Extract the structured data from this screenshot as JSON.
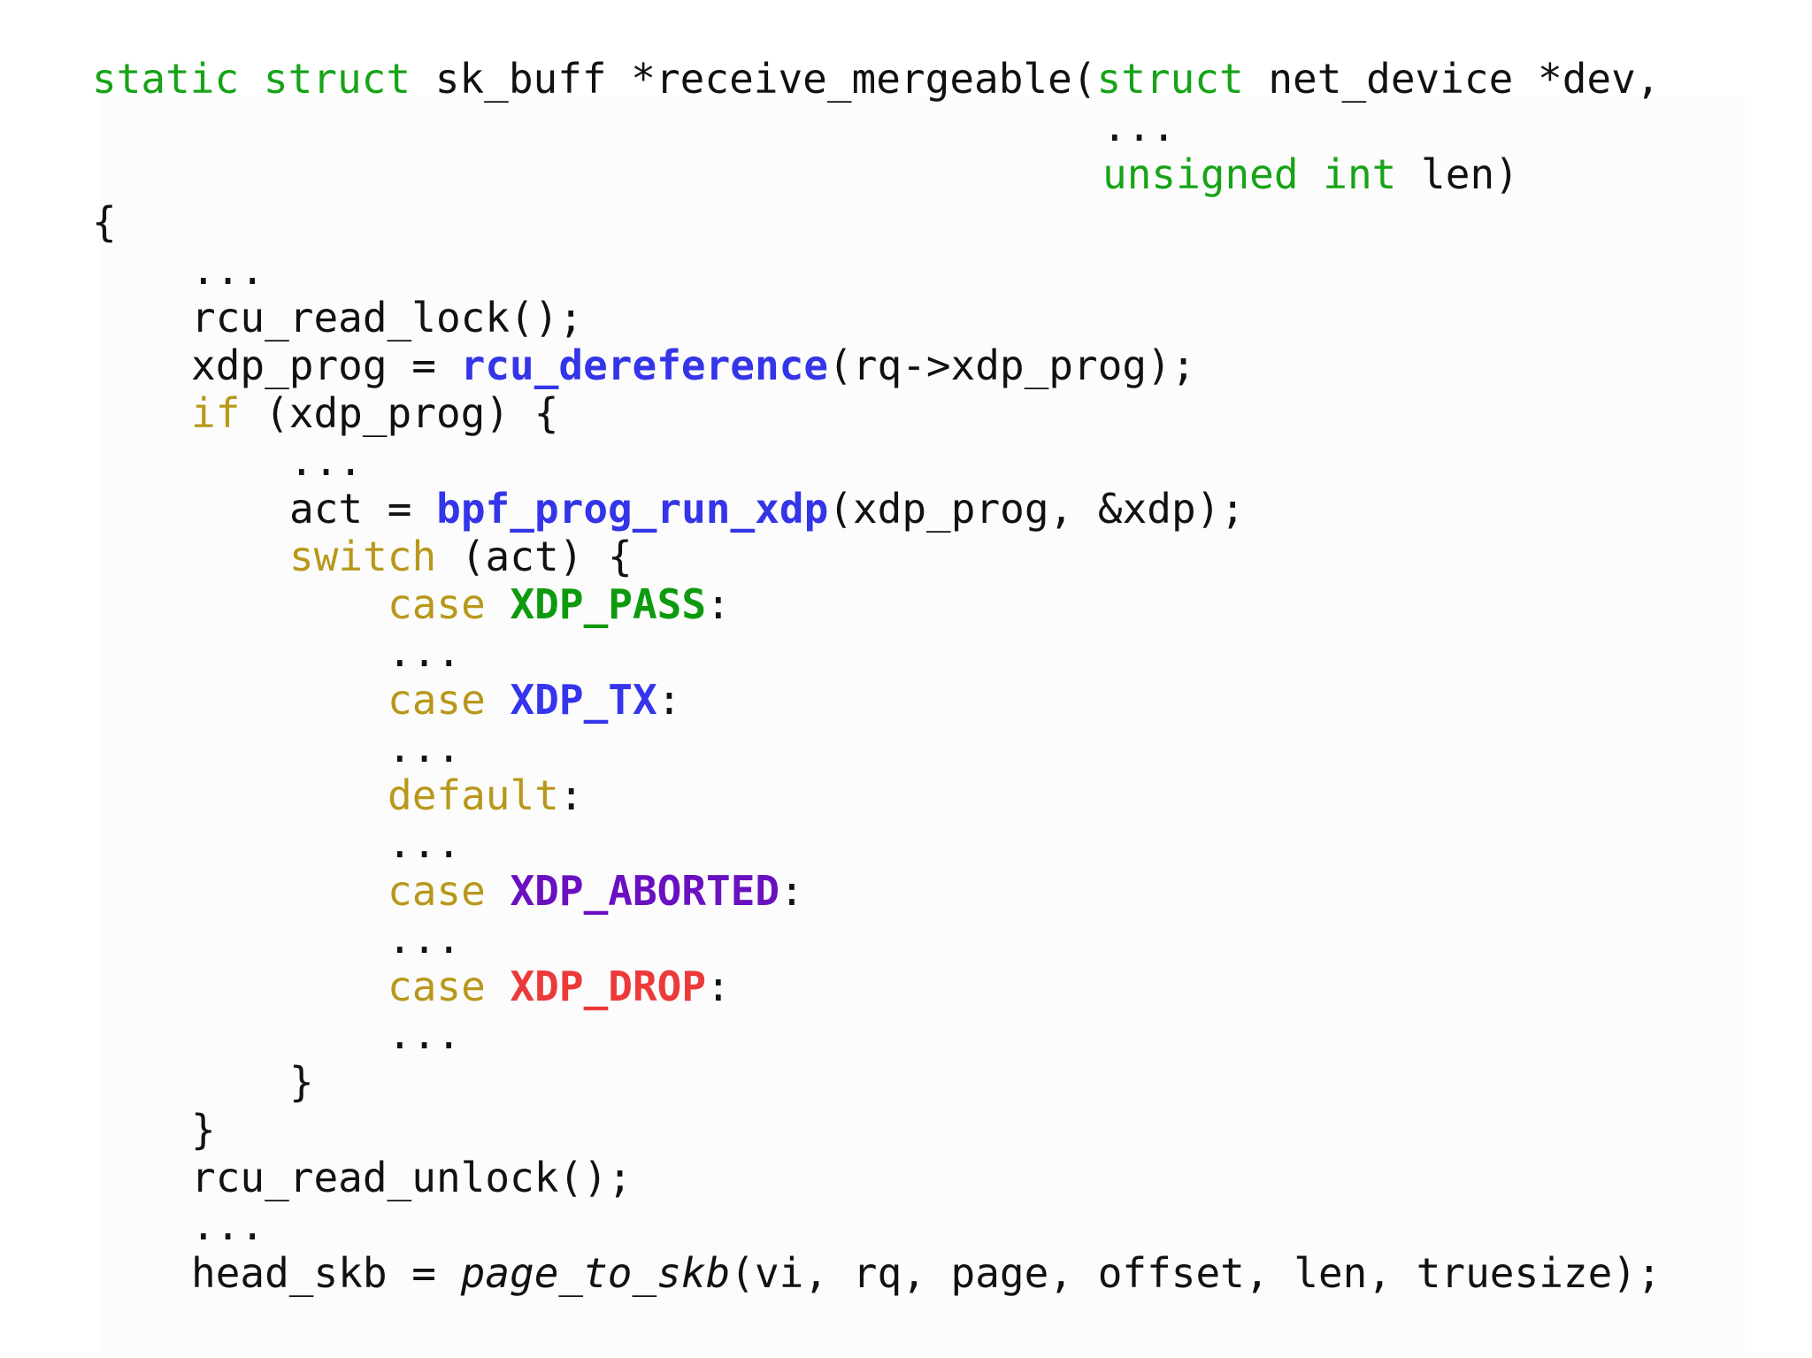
{
  "code": {
    "l01": {
      "t1": "static",
      "t2": " ",
      "t3": "struct",
      "t4": " sk_buff *receive_mergeable(",
      "t5": "struct",
      "t6": " net_device *dev,"
    },
    "l02": {
      "t1": "..."
    },
    "l03": {
      "t1": "unsigned",
      "t2": " ",
      "t3": "int",
      "t4": " len)"
    },
    "l04": {
      "t1": "{"
    },
    "l05": {
      "t1": "..."
    },
    "l06": {
      "t1": "rcu_read_lock();"
    },
    "l07": {
      "t1": "xdp_prog = ",
      "t2": "rcu_dereference",
      "t3": "(rq->xdp_prog);"
    },
    "l08": {
      "t1": "if",
      "t2": " (xdp_prog) {"
    },
    "l09": {
      "t1": "..."
    },
    "l10": {
      "t1": "act = ",
      "t2": "bpf_prog_run_xdp",
      "t3": "(xdp_prog, &xdp);"
    },
    "l11": {
      "t1": "switch",
      "t2": " (act) {"
    },
    "l12": {
      "t1": "case",
      "t2": " ",
      "t3": "XDP_PASS",
      "t4": ":"
    },
    "l13": {
      "t1": "..."
    },
    "l14": {
      "t1": "case",
      "t2": " ",
      "t3": "XDP_TX",
      "t4": ":"
    },
    "l15": {
      "t1": "..."
    },
    "l16": {
      "t1": "default",
      "t2": ":"
    },
    "l17": {
      "t1": "..."
    },
    "l18": {
      "t1": "case",
      "t2": " ",
      "t3": "XDP_ABORTED",
      "t4": ":"
    },
    "l19": {
      "t1": "..."
    },
    "l20": {
      "t1": "case",
      "t2": " ",
      "t3": "XDP_DROP",
      "t4": ":"
    },
    "l21": {
      "t1": "..."
    },
    "l22": {
      "t1": "}"
    },
    "l23": {
      "t1": "}"
    },
    "l24": {
      "t1": "rcu_read_unlock();"
    },
    "l25": {
      "t1": "..."
    },
    "l26": {
      "t1": "head_skb = ",
      "t2": "page_to_skb",
      "t3": "(vi, rq, page, offset, len, truesize);"
    }
  },
  "colors": {
    "type_keyword": "#17a317",
    "control_keyword": "#b8981b",
    "function_highlight": "#3434e8",
    "xdp_pass": "#0e9a0e",
    "xdp_tx": "#3535ee",
    "xdp_aborted": "#6a10c0",
    "xdp_drop": "#ec3a3a",
    "text": "#111111",
    "panel_background": "#fcfcfc"
  }
}
